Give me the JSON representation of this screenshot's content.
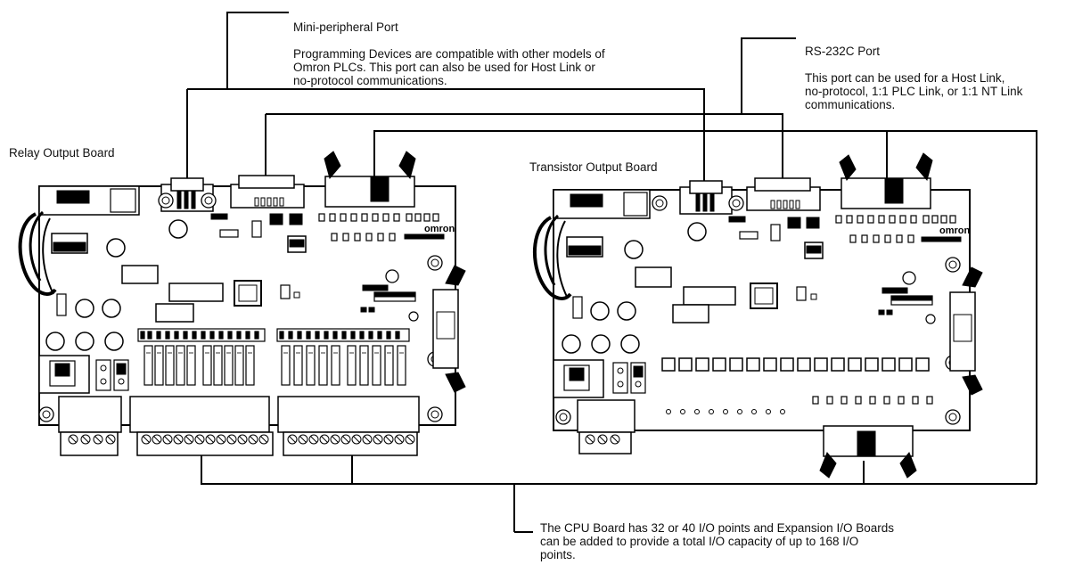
{
  "mini_peripheral": {
    "title": "Mini-peripheral Port",
    "body": "Programming Devices are compatible with other models of\nOmron PLCs. This port can also be used for Host Link or\nno-protocol communications."
  },
  "rs232c": {
    "title": "RS-232C Port",
    "body": "This port can be used for a Host Link,\nno-protocol, 1:1 PLC Link, or 1:1 NT Link\ncommunications."
  },
  "relay_board": {
    "label": "Relay Output Board",
    "logo": "omron"
  },
  "transistor_board": {
    "label": "Transistor Output Board",
    "logo": "omron"
  },
  "cpu_note": "The CPU Board has 32 or 40 I/O points and Expansion I/O Boards\ncan be added to provide a total I/O capacity of up to 168 I/O\npoints."
}
